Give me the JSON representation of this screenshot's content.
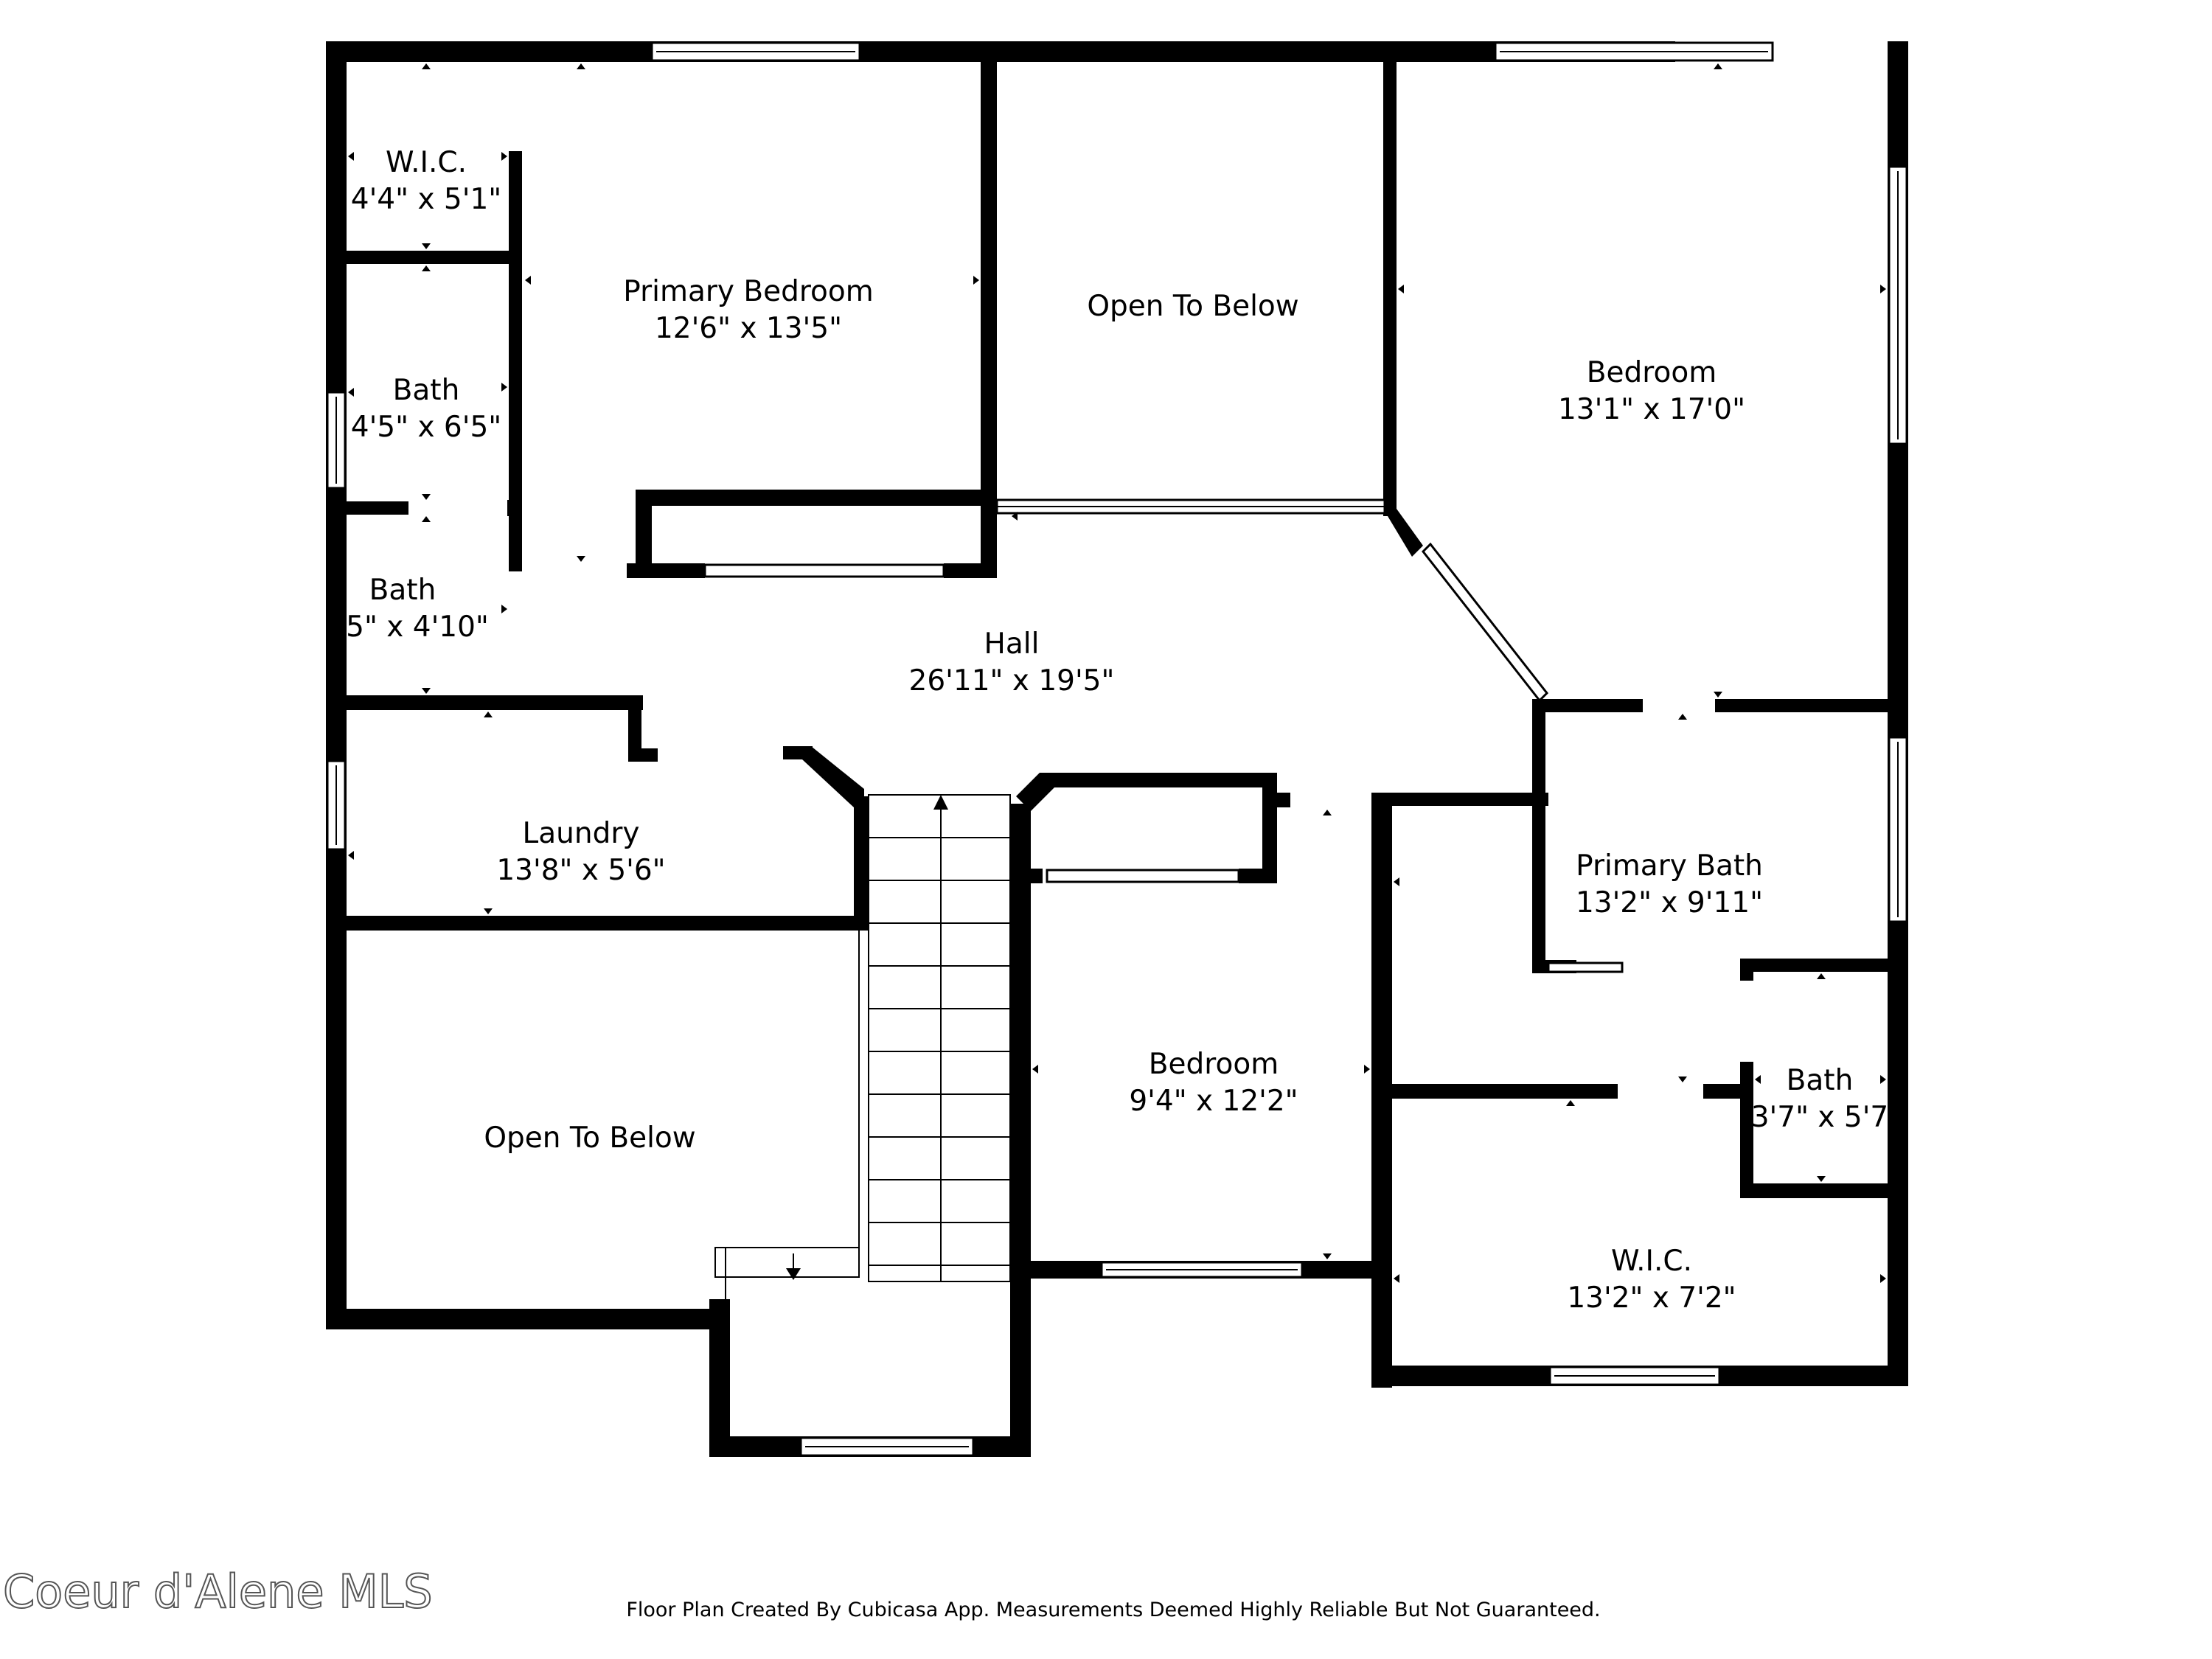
{
  "rooms": {
    "wic_top": {
      "name": "W.I.C.",
      "dims": "4'4\" x 5'1\""
    },
    "primary_bedroom": {
      "name": "Primary Bedroom",
      "dims": "12'6\" x 13'5\""
    },
    "open_to_below_top": {
      "name": "Open To Below"
    },
    "bedroom_right": {
      "name": "Bedroom",
      "dims": "13'1\" x 17'0\""
    },
    "bath_1": {
      "name": "Bath",
      "dims": "4'5\" x 6'5\""
    },
    "bath_2": {
      "name": "Bath",
      "dims": "5\" x 4'10\""
    },
    "hall": {
      "name": "Hall",
      "dims": "26'11\" x 19'5\""
    },
    "laundry": {
      "name": "Laundry",
      "dims": "13'8\" x 5'6\""
    },
    "primary_bath": {
      "name": "Primary Bath",
      "dims": "13'2\" x 9'11\""
    },
    "bedroom_middle": {
      "name": "Bedroom",
      "dims": "9'4\" x 12'2\""
    },
    "bath_3": {
      "name": "Bath",
      "dims": "3'7\" x 5'7"
    },
    "open_to_below_left": {
      "name": "Open To Below"
    },
    "wic_bottom": {
      "name": "W.I.C.",
      "dims": "13'2\" x 7'2\""
    }
  },
  "footer": {
    "credit": "Floor Plan Created By Cubicasa App. Measurements Deemed Highly Reliable But Not Guaranteed.",
    "watermark": "Coeur d'Alene MLS"
  }
}
